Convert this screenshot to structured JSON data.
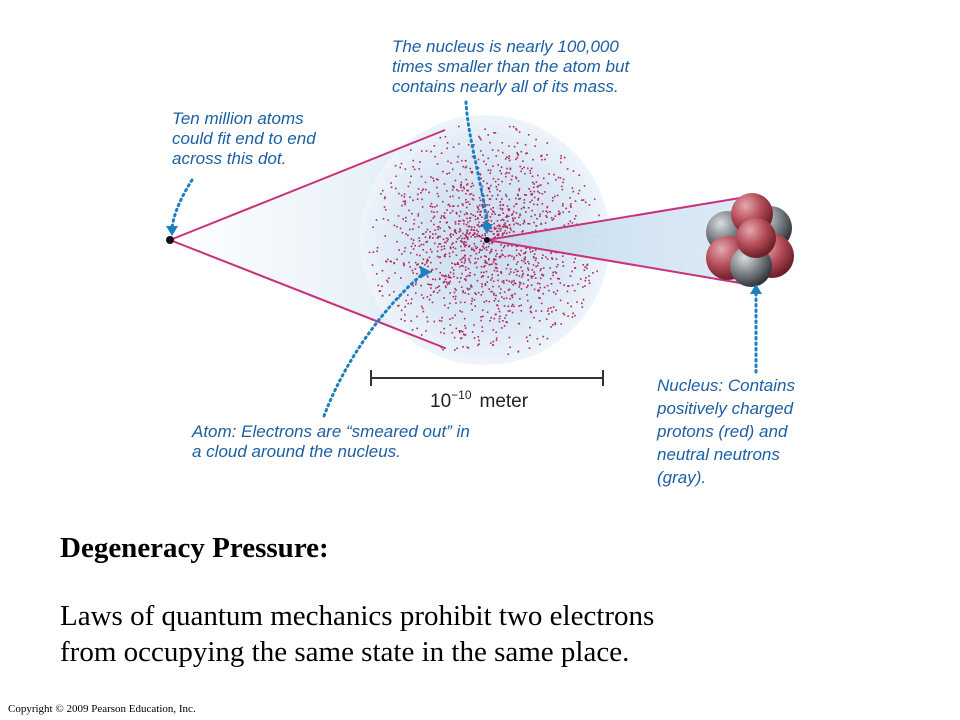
{
  "diagram": {
    "annotations": {
      "nucleus_size": [
        "The nucleus is nearly 100,000",
        "times smaller than the atom but",
        "contains nearly all of its mass."
      ],
      "dot": [
        "Ten million atoms",
        "could fit end to end",
        "across this dot."
      ],
      "atom": [
        "Atom: Electrons are “smeared out” in",
        "a cloud around the nucleus."
      ],
      "nucleus": [
        "Nucleus: Contains",
        "positively charged",
        "protons (red) and",
        "neutral neutrons",
        "(gray)."
      ]
    },
    "scale": {
      "base": "10",
      "exponent": "−10",
      "unit": "meter"
    },
    "colors": {
      "annotation": "#1d5fa3",
      "lines": "#c8327c",
      "electron_dots": "#b0285a",
      "cloud": "#dbe9f4",
      "proton": "#b34c58",
      "neutron": "#7d8288"
    }
  },
  "slide": {
    "title": "Degeneracy Pressure:",
    "body_lines": [
      "Laws of quantum mechanics prohibit two electrons",
      "from occupying the same state in the same place."
    ],
    "copyright": "Copyright © 2009 Pearson Education, Inc."
  }
}
